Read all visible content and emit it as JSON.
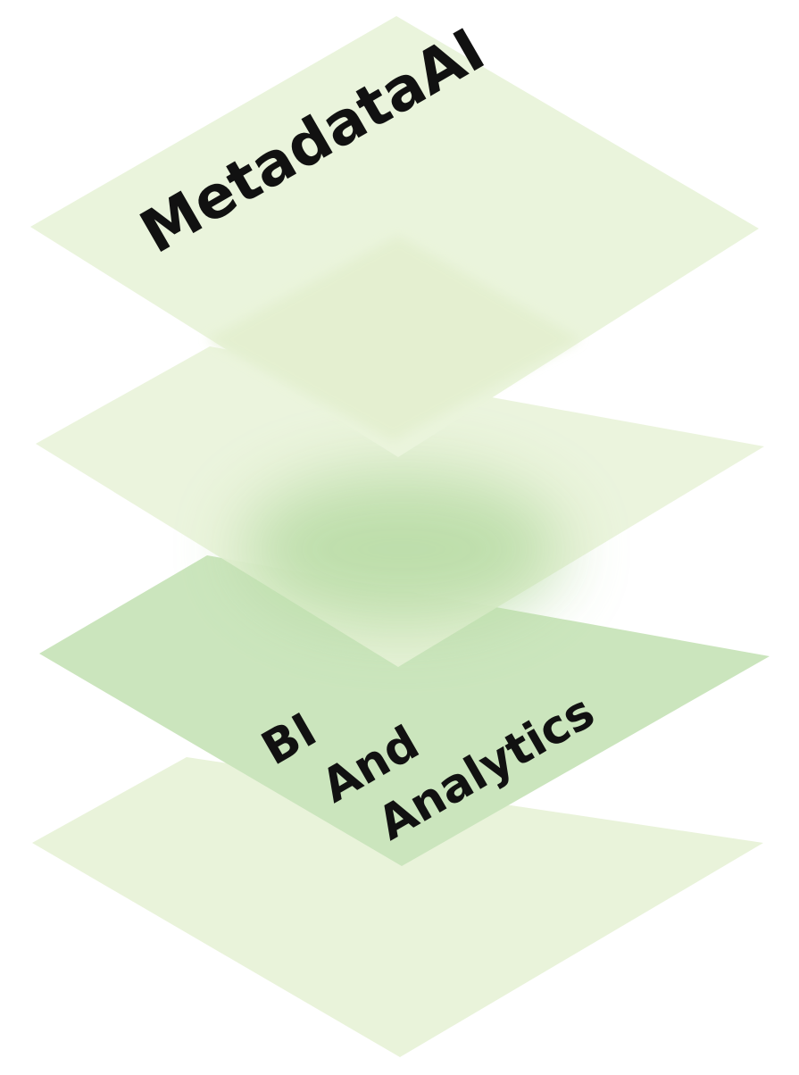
{
  "layers": [
    {
      "id": "top",
      "label_lines": [
        "MetadataAI"
      ],
      "fill": "#eaf4dc"
    },
    {
      "id": "middle-upper",
      "label_lines": [],
      "fill": "#e9f3da"
    },
    {
      "id": "middle-lower",
      "label_lines": [
        "BI",
        "And",
        "Analytics"
      ],
      "fill": "#cbe5bd"
    },
    {
      "id": "bottom",
      "label_lines": [],
      "fill": "#e9f3da"
    }
  ],
  "colors": {
    "inner_plate": "#e3efcf",
    "glow": "#b9dca6",
    "text": "#111111"
  }
}
